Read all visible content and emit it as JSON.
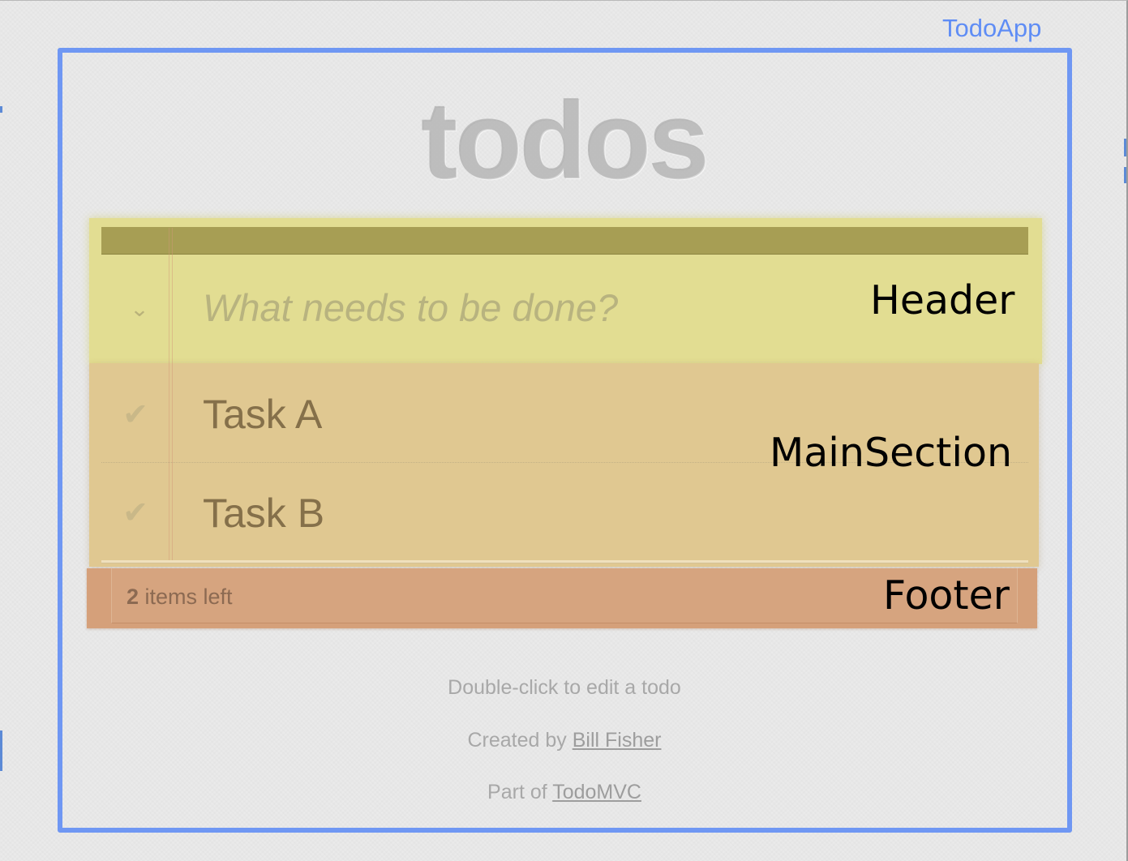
{
  "annotations": {
    "app": "TodoApp",
    "header": "Header",
    "main": "MainSection",
    "footer": "Footer"
  },
  "header": {
    "title": "todos",
    "toggle_all_icon": "double-chevron-down-icon",
    "new_todo_placeholder": "What needs to be done?"
  },
  "main": {
    "todos": [
      {
        "label": "Task A",
        "completed": false,
        "check_icon": "checkmark-icon"
      },
      {
        "label": "Task B",
        "completed": false,
        "check_icon": "checkmark-icon"
      }
    ]
  },
  "footer": {
    "count": "2",
    "count_suffix": " items left"
  },
  "info": {
    "hint": "Double-click to edit a todo",
    "created_prefix": "Created by ",
    "author": "Bill Fisher",
    "part_prefix": "Part of ",
    "project": "TodoMVC"
  },
  "colors": {
    "app_frame": "#6f97f3",
    "header_highlight": "#e2dd92",
    "main_highlight": "#e0c891",
    "footer_highlight": "#d5a07a"
  }
}
